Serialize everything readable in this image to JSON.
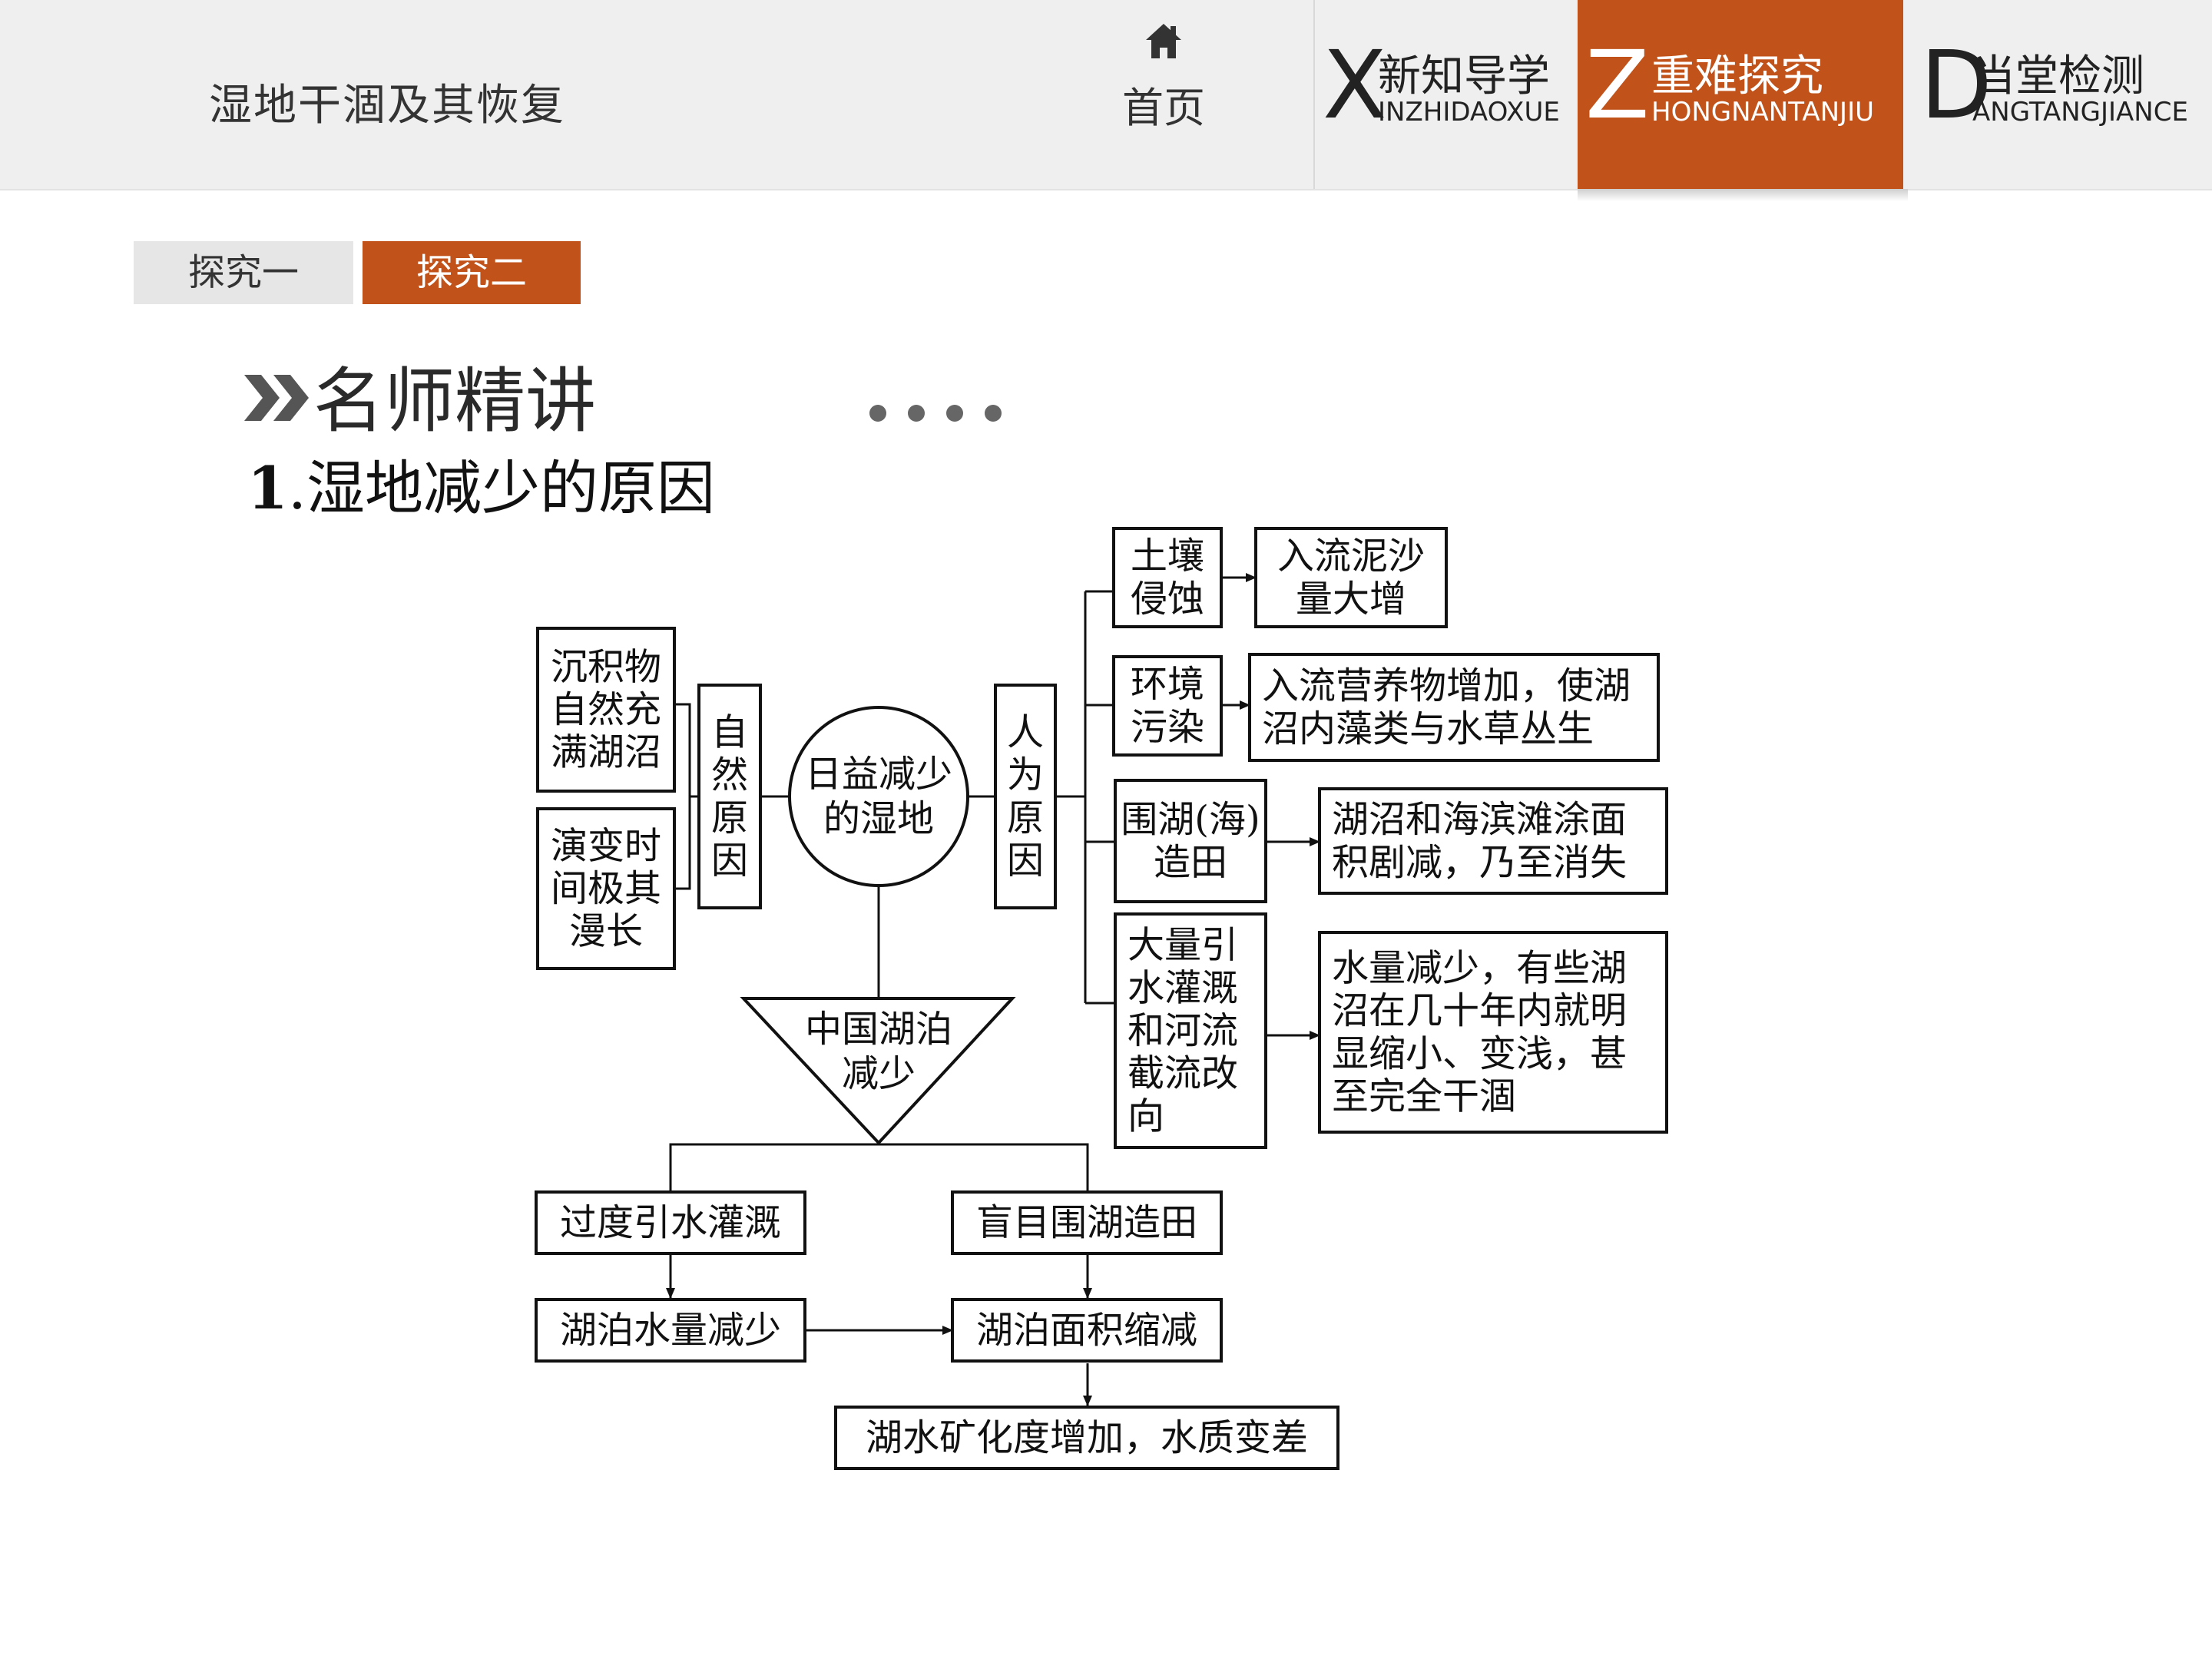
{
  "header": {
    "title": "湿地干涸及其恢复",
    "home_label": "首页",
    "tabs": [
      {
        "big": "X",
        "cn": "新知导学",
        "en": "INZHIDAOXUE"
      },
      {
        "big": "Z",
        "cn": "重难探究",
        "en": "HONGNANTANJIU",
        "active": true
      },
      {
        "big": "D",
        "cn": "当堂检测",
        "en": "ANGTANGJIANCE"
      }
    ]
  },
  "subtabs": [
    "探究一",
    "探究二"
  ],
  "section": {
    "heading": "名师精讲",
    "subtitle_num": "1",
    "subtitle_text": ".湿地减少的原因"
  },
  "diagram": {
    "center": [
      "日益减少",
      "的湿地"
    ],
    "natural_label": [
      "自",
      "然",
      "原",
      "因"
    ],
    "natural_causes": [
      [
        "沉积物",
        "自然充",
        "满湖沼"
      ],
      [
        "演变时",
        "间极其",
        "漫长"
      ]
    ],
    "human_label": [
      "人",
      "为",
      "原",
      "因"
    ],
    "human_causes": [
      {
        "cause": [
          "土壤",
          "侵蚀"
        ],
        "effect": [
          "入流泥沙",
          "量大增"
        ]
      },
      {
        "cause": [
          "环境",
          "污染"
        ],
        "effect": [
          "入流营养物增加，使湖",
          "沼内藻类与水草丛生"
        ]
      },
      {
        "cause": [
          "围湖(海)",
          "造田"
        ],
        "effect": [
          "湖沼和海滨滩涂面",
          "积剧减，乃至消失"
        ]
      },
      {
        "cause": [
          "大量引",
          "水灌溉",
          "和河流",
          "截流改",
          "向"
        ],
        "effect": [
          "水量减少，有些湖",
          "沼在几十年内就明",
          "显缩小、变浅，甚",
          "至完全干涸"
        ]
      }
    ],
    "china": [
      "中国湖泊",
      "减少"
    ],
    "flow": {
      "over_irrigation": "过度引水灌溉",
      "blind_reclaim": "盲目围湖造田",
      "water_decrease": "湖泊水量减少",
      "area_shrink": "湖泊面积缩减",
      "result": "湖水矿化度增加，水质变差"
    }
  },
  "colors": {
    "accent": "#c1521a",
    "header_bg": "#efefef"
  }
}
